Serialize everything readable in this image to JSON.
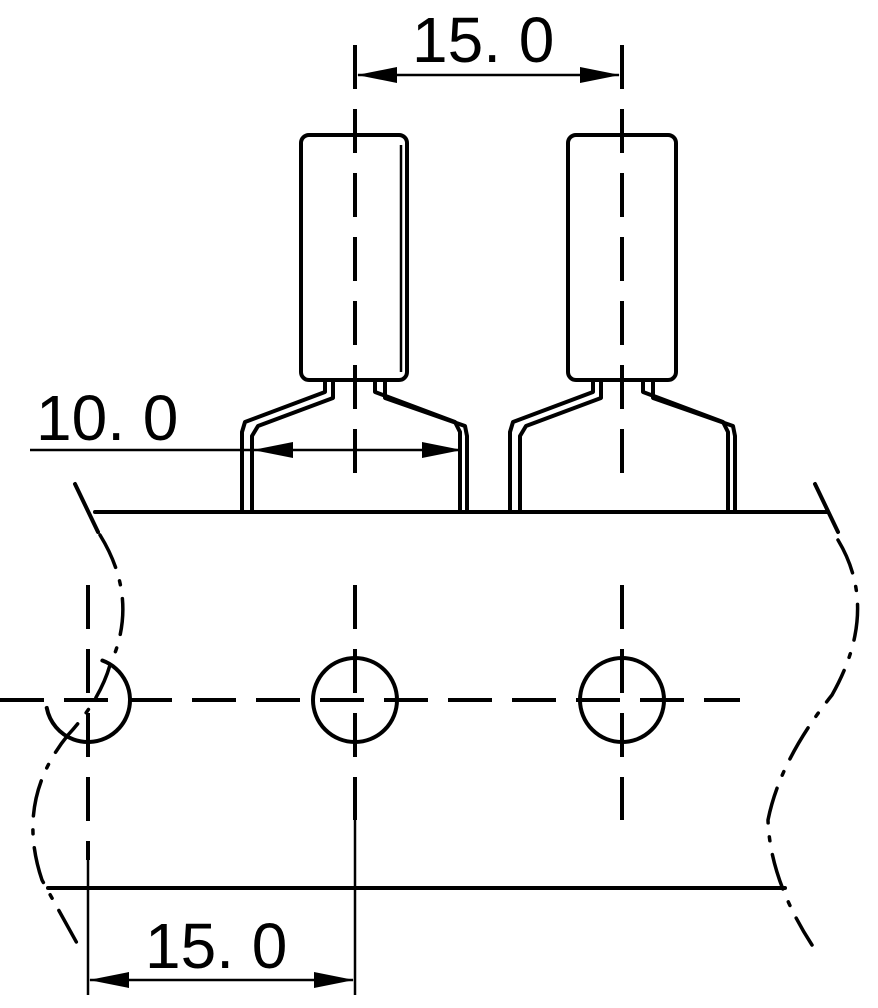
{
  "dimensions": {
    "top_pitch": "15. 0",
    "lead_span": "10. 0",
    "bottom_pitch": "15. 0"
  },
  "colors": {
    "line": "#000000",
    "background": "#ffffff"
  }
}
